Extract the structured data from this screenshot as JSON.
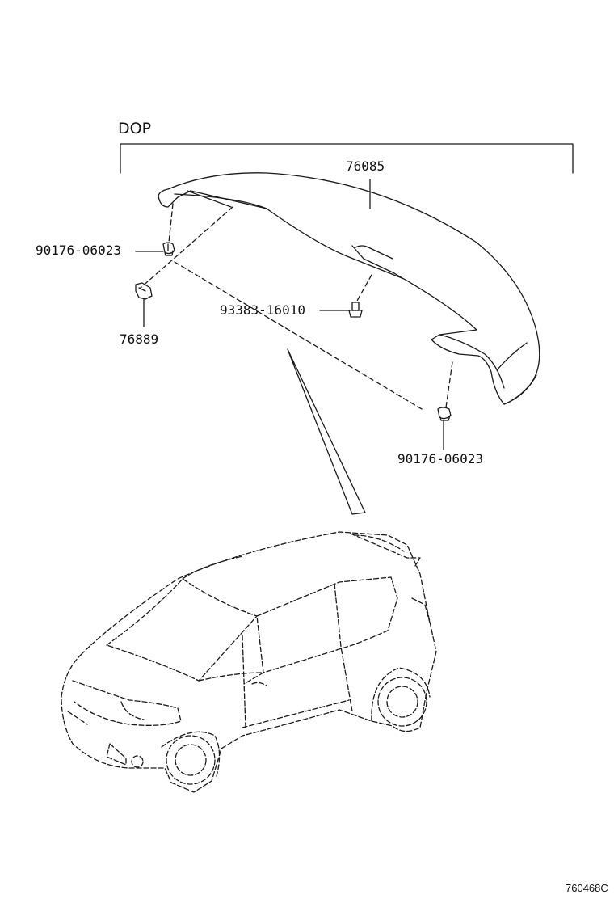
{
  "header": {
    "group_label": "DOP"
  },
  "callouts": {
    "spoiler": "76085",
    "clip_upper_left": "90176-06023",
    "bracket": "76889",
    "bolt": "93383-16010",
    "clip_lower_right": "90176-06023"
  },
  "footer": {
    "illustration_code": "760468C"
  },
  "colors": {
    "line": "#1a1a1a",
    "background": "#ffffff"
  }
}
